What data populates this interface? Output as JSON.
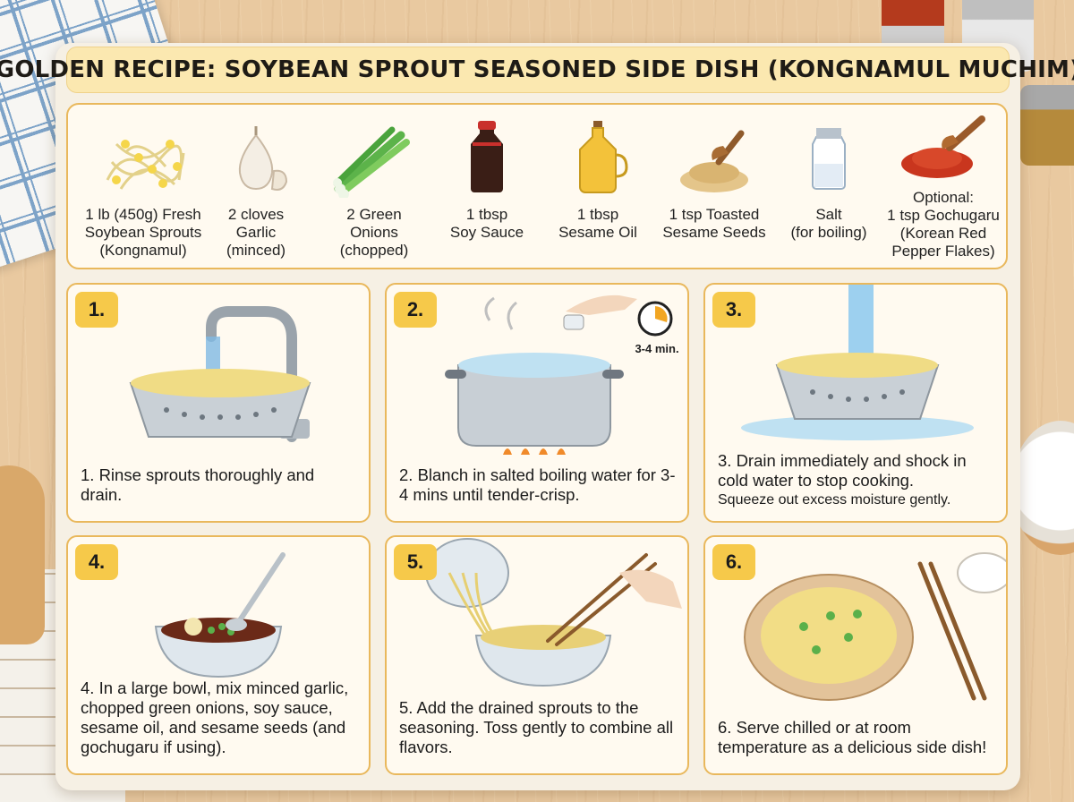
{
  "title": "GOLDEN RECIPE: SOYBEAN SPROUT SEASONED SIDE DISH (KONGNAMUL MUCHIM)",
  "ingredients": [
    {
      "icon": "bean-sprouts-icon",
      "line1": "1 lb (450g) Fresh",
      "line2": "Soybean Sprouts",
      "line3": "(Kongnamul)"
    },
    {
      "icon": "garlic-icon",
      "line1": "2 cloves",
      "line2": "Garlic",
      "line3": "(minced)"
    },
    {
      "icon": "green-onion-icon",
      "line1": "2 Green",
      "line2": "Onions",
      "line3": "(chopped)"
    },
    {
      "icon": "soy-sauce-bottle-icon",
      "line1": "1 tbsp",
      "line2": "Soy Sauce",
      "line3": ""
    },
    {
      "icon": "sesame-oil-bottle-icon",
      "line1": "1 tbsp",
      "line2": "Sesame Oil",
      "line3": ""
    },
    {
      "icon": "sesame-seeds-icon",
      "line1": "1 tsp Toasted",
      "line2": "Sesame Seeds",
      "line3": ""
    },
    {
      "icon": "salt-shaker-icon",
      "line1": "Salt",
      "line2": "(for boiling)",
      "line3": ""
    },
    {
      "icon": "gochugaru-icon",
      "line1": "Optional:",
      "line2": "1 tsp Gochugaru",
      "line3": "(Korean Red",
      "line4": "Pepper Flakes)"
    }
  ],
  "steps": [
    {
      "number": "1.",
      "text": "1. Rinse sprouts thoroughly and drain.",
      "note": ""
    },
    {
      "number": "2.",
      "text": "2. Blanch in salted boiling water for 3-4 mins until tender-crisp.",
      "note": "",
      "timer": "3-4 min."
    },
    {
      "number": "3.",
      "text": "3. Drain immediately and shock in cold water to stop cooking.",
      "note": "Squeeze out excess moisture gently."
    },
    {
      "number": "4.",
      "text": "4. In a large bowl, mix minced garlic, chopped green onions, soy sauce, sesame oil, and sesame seeds (and gochugaru if using).",
      "note": ""
    },
    {
      "number": "5.",
      "text": "5. Add the drained sprouts to the seasoning. Toss gently to combine all flavors.",
      "note": ""
    },
    {
      "number": "6.",
      "text": "6. Serve chilled or at room temperature as a delicious side dish!",
      "note": ""
    }
  ],
  "colors": {
    "accent": "#f6c94a",
    "border": "#e9b85c",
    "panel": "#fffaf0",
    "title_bg": "#fbe8b0"
  }
}
